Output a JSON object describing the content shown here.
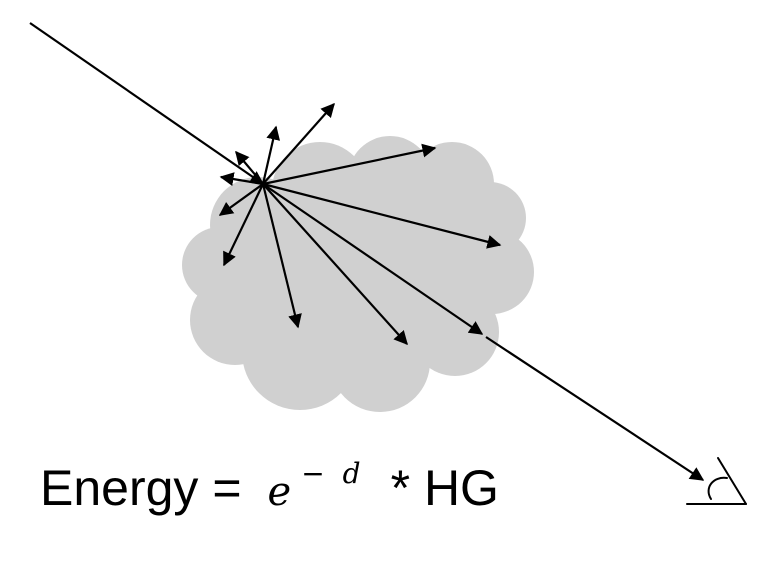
{
  "diagram": {
    "colors": {
      "cloud_fill": "#d0d0d0",
      "arrow": "#000000",
      "background": "#ffffff"
    },
    "icons": [
      "eye-icon"
    ]
  },
  "formula": {
    "label": "Energy =",
    "base": "e",
    "exp_sign": "−",
    "exp_var": "d",
    "rest": "* HG"
  }
}
